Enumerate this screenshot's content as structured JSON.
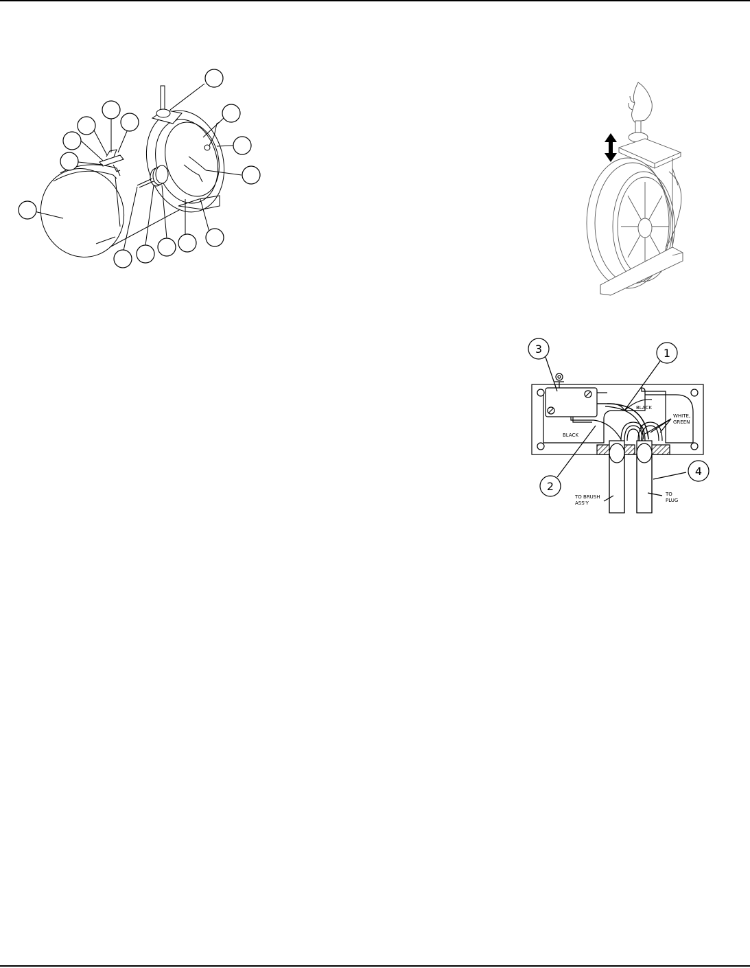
{
  "figure_wiring": {
    "callouts": [
      "3",
      "1",
      "2",
      "4"
    ],
    "labels": {
      "black_upper": "BLACK",
      "black_lower": "BLACK",
      "white_green_1": "WHITE,",
      "white_green_2": "GREEN",
      "to_brush_1": "TO BRUSH",
      "to_brush_2": "ASS'Y",
      "to_plug_1": "TO",
      "to_plug_2": "PLUG"
    }
  },
  "colors": {
    "line": "#000000",
    "background": "#ffffff"
  }
}
